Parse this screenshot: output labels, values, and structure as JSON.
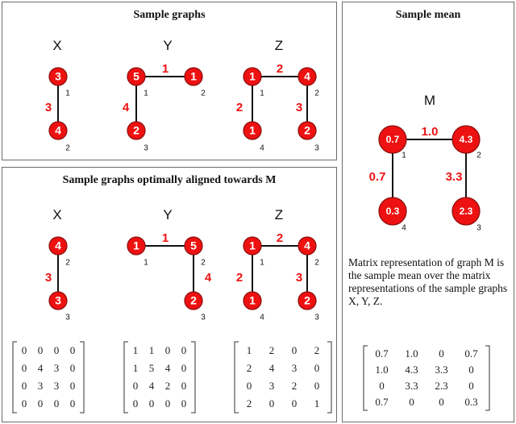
{
  "panels": {
    "top_title": "Sample graphs",
    "bottom_title": "Sample graphs optimally aligned towards M",
    "right_title": "Sample mean"
  },
  "graph_labels": {
    "x": "X",
    "y": "Y",
    "z": "Z",
    "m": "M"
  },
  "sample_graphs": {
    "X": {
      "nodes": [
        {
          "id": "1",
          "value": "3"
        },
        {
          "id": "2",
          "value": "4"
        }
      ],
      "edges": [
        {
          "from": "1",
          "to": "2",
          "weight": "3"
        }
      ]
    },
    "Y": {
      "nodes": [
        {
          "id": "1",
          "value": "5"
        },
        {
          "id": "2",
          "value": "1"
        },
        {
          "id": "3",
          "value": "2"
        }
      ],
      "edges": [
        {
          "from": "1",
          "to": "2",
          "weight": "1"
        },
        {
          "from": "1",
          "to": "3",
          "weight": "4"
        }
      ]
    },
    "Z": {
      "nodes": [
        {
          "id": "1",
          "value": "1"
        },
        {
          "id": "2",
          "value": "4"
        },
        {
          "id": "3",
          "value": "2"
        },
        {
          "id": "4",
          "value": "1"
        }
      ],
      "edges": [
        {
          "from": "1",
          "to": "2",
          "weight": "2"
        },
        {
          "from": "1",
          "to": "4",
          "weight": "2"
        },
        {
          "from": "2",
          "to": "3",
          "weight": "3"
        }
      ]
    }
  },
  "aligned_graphs": {
    "X": {
      "nodes": [
        {
          "id": "2",
          "value": "4"
        },
        {
          "id": "3",
          "value": "3"
        }
      ],
      "edges": [
        {
          "from": "2",
          "to": "3",
          "weight": "3"
        }
      ]
    },
    "Y": {
      "nodes": [
        {
          "id": "1",
          "value": "1"
        },
        {
          "id": "2",
          "value": "5"
        },
        {
          "id": "3",
          "value": "2"
        }
      ],
      "edges": [
        {
          "from": "1",
          "to": "2",
          "weight": "1"
        },
        {
          "from": "2",
          "to": "3",
          "weight": "4"
        }
      ]
    },
    "Z": {
      "nodes": [
        {
          "id": "1",
          "value": "1"
        },
        {
          "id": "2",
          "value": "4"
        },
        {
          "id": "3",
          "value": "2"
        },
        {
          "id": "4",
          "value": "1"
        }
      ],
      "edges": [
        {
          "from": "1",
          "to": "2",
          "weight": "2"
        },
        {
          "from": "1",
          "to": "4",
          "weight": "2"
        },
        {
          "from": "2",
          "to": "3",
          "weight": "3"
        }
      ]
    }
  },
  "mean_graph": {
    "nodes": [
      {
        "id": "1",
        "value": "0.7"
      },
      {
        "id": "2",
        "value": "4.3"
      },
      {
        "id": "3",
        "value": "2.3"
      },
      {
        "id": "4",
        "value": "0.3"
      }
    ],
    "edges": [
      {
        "from": "1",
        "to": "2",
        "weight": "1.0"
      },
      {
        "from": "1",
        "to": "4",
        "weight": "0.7"
      },
      {
        "from": "2",
        "to": "3",
        "weight": "3.3"
      }
    ]
  },
  "matrices": {
    "X": [
      [
        "0",
        "0",
        "0",
        "0"
      ],
      [
        "0",
        "4",
        "3",
        "0"
      ],
      [
        "0",
        "3",
        "3",
        "0"
      ],
      [
        "0",
        "0",
        "0",
        "0"
      ]
    ],
    "Y": [
      [
        "1",
        "1",
        "0",
        "0"
      ],
      [
        "1",
        "5",
        "4",
        "0"
      ],
      [
        "0",
        "4",
        "2",
        "0"
      ],
      [
        "0",
        "0",
        "0",
        "0"
      ]
    ],
    "Z": [
      [
        "1",
        "2",
        "0",
        "2"
      ],
      [
        "2",
        "4",
        "3",
        "0"
      ],
      [
        "0",
        "3",
        "2",
        "0"
      ],
      [
        "2",
        "0",
        "0",
        "1"
      ]
    ],
    "M": [
      [
        "0.7",
        "1.0",
        "0",
        "0.7"
      ],
      [
        "1.0",
        "4.3",
        "3.3",
        "0"
      ],
      [
        "0",
        "3.3",
        "2.3",
        "0"
      ],
      [
        "0.7",
        "0",
        "0",
        "0.3"
      ]
    ]
  },
  "description_text": "Matrix representation of graph M is the sample mean over the matrix representations of the sample graphs X, Y, Z.",
  "colors": {
    "node_fill": "#ee1111",
    "edge_weight": "#ee1111",
    "edge": "#111111",
    "border": "#6b6b6b"
  }
}
